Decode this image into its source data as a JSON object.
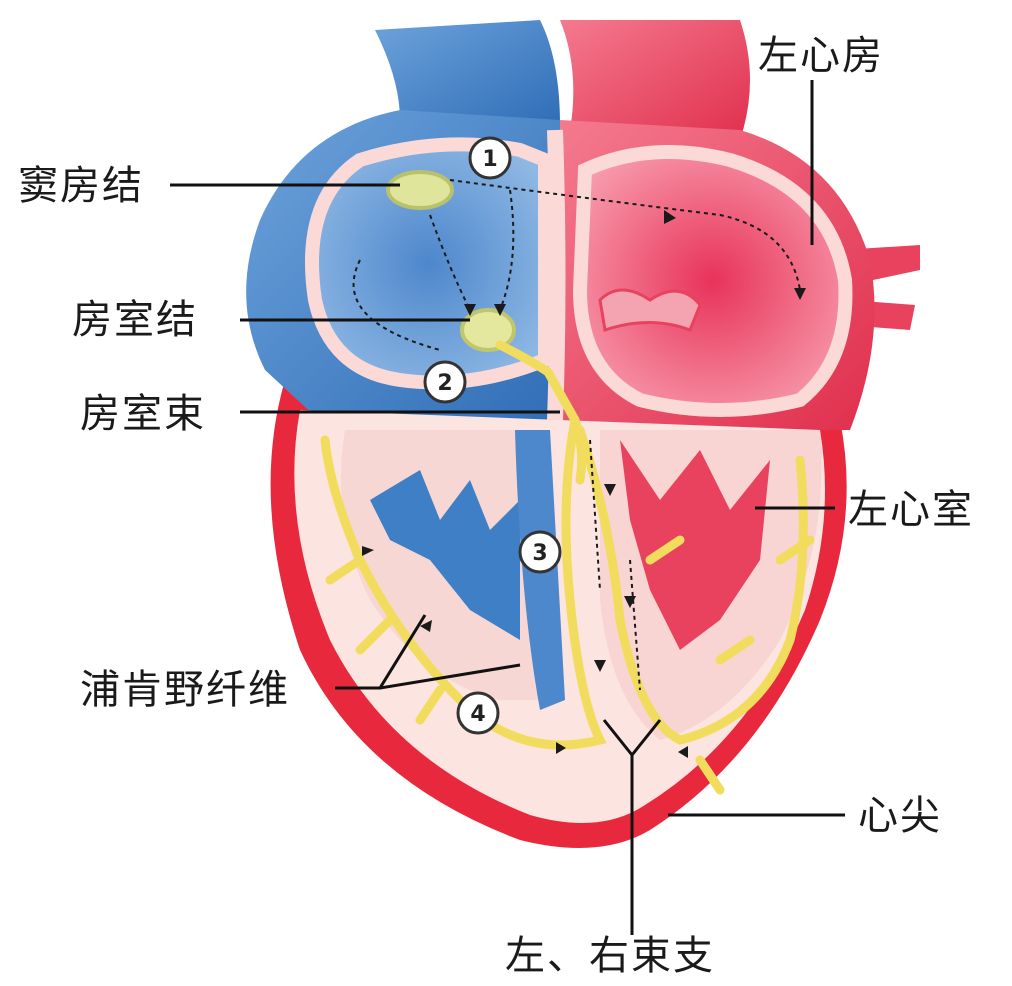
{
  "labels": {
    "sinoatrial_node": "窦房结",
    "av_node": "房室结",
    "av_bundle": "房室束",
    "purkinje_fibers": "浦肯野纤维",
    "left_atrium": "左心房",
    "left_ventricle": "左心室",
    "apex": "心尖",
    "bundle_branches": "左、右束支"
  },
  "markers": [
    "1",
    "2",
    "3",
    "4"
  ],
  "colors": {
    "right_heart_blue": "#3f7fc6",
    "right_heart_light": "#8fb8e4",
    "left_heart_red": "#e8425e",
    "left_heart_pink": "#f48ea1",
    "wall_pink": "#fce4e0",
    "outer_red": "#e8293d",
    "conduction_yellow": "#f2dc5d",
    "node_green": "#dfe59a"
  }
}
